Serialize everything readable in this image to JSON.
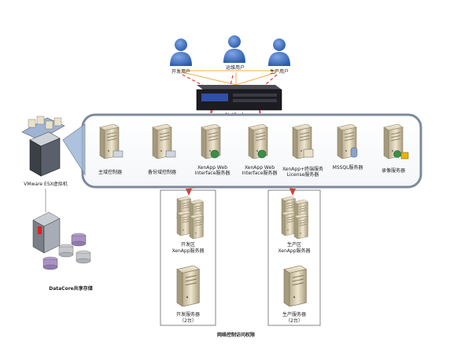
{
  "users": [
    {
      "id": "dev",
      "label": "开发用户"
    },
    {
      "id": "ops",
      "label": "运维用户"
    },
    {
      "id": "prod",
      "label": "生产用户"
    }
  ],
  "gateway": {
    "label": "NetScaler"
  },
  "vmware": {
    "label": "VMware ESX虚拟机"
  },
  "storage": {
    "label": "DataCore共享存储"
  },
  "servers": [
    {
      "id": "main",
      "label1": "主域控制器",
      "label2": ""
    },
    {
      "id": "backup",
      "label1": "备份域控制器",
      "label2": ""
    },
    {
      "id": "xa-web1",
      "label1": "XenApp Web",
      "label2": "Interface服务器"
    },
    {
      "id": "xa-web2",
      "label1": "XenApp Web",
      "label2": "Interface服务器"
    },
    {
      "id": "xa-lic",
      "label1": "XenApp+终端服务",
      "label2": "License服务器"
    },
    {
      "id": "mssql",
      "label1": "MSSQL服务器",
      "label2": ""
    },
    {
      "id": "record",
      "label1": "录像服务器",
      "label2": ""
    }
  ],
  "zones": [
    {
      "id": "dev-zone",
      "xenapp1": "开发区",
      "xenapp2": "XenApp服务器",
      "srv1": "开发服务器",
      "srv2": "（2台）"
    },
    {
      "id": "prod-zone",
      "xenapp1": "生产区",
      "xenapp2": "XenApp服务器",
      "srv1": "生产服务器",
      "srv2": "（2台）"
    }
  ],
  "caption": "网络控制访问权限",
  "colors": {
    "user_blue": "#3d6fbf",
    "red_line": "#e23a3a",
    "orange_line": "#f2b14a",
    "panel_border": "#7d8a9c"
  }
}
